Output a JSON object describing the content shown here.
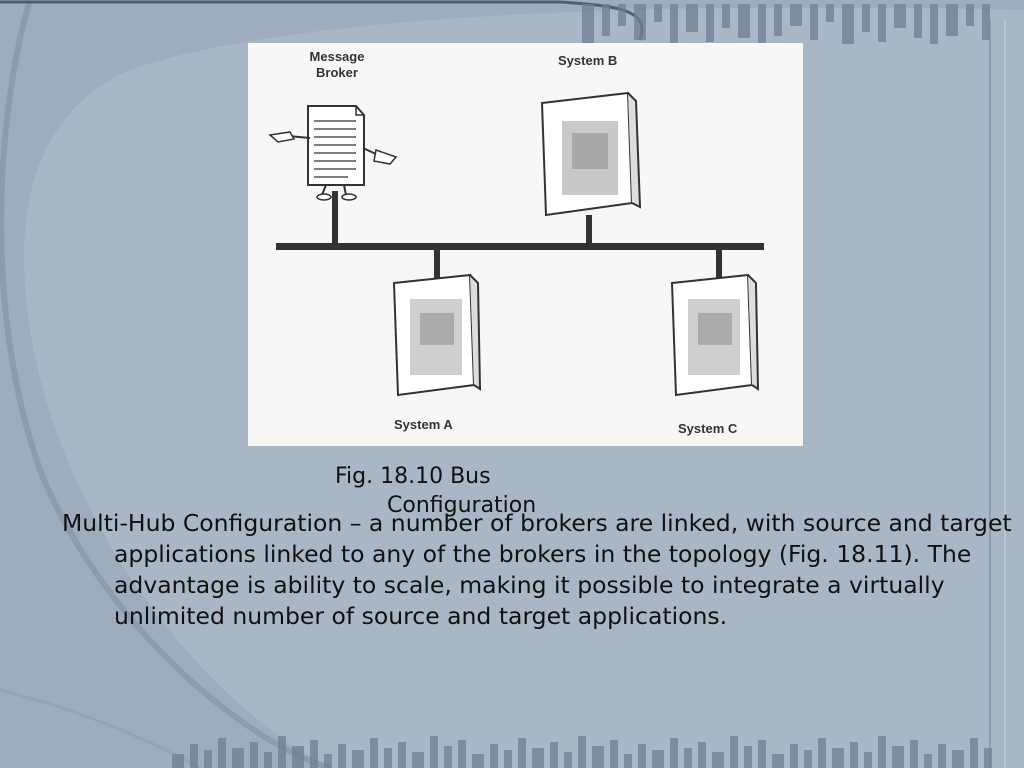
{
  "figure": {
    "labels": {
      "broker": "Message Broker",
      "system_a": "System A",
      "system_b": "System B",
      "system_c": "System C"
    }
  },
  "caption": {
    "line1": "Fig. 18.10 Bus",
    "line2": "Configuration"
  },
  "body": {
    "paragraph": "Multi-Hub Configuration – a number of brokers are linked, with source and target applications linked to any of the brokers in the topology (Fig. 18.11). The advantage is ability to scale, making it possible to integrate a virtually unlimited number of source and target applications."
  },
  "colors": {
    "background": "#a9b6c6",
    "swoosh": "#8394a8",
    "bar_accent": "#6f7f92"
  }
}
